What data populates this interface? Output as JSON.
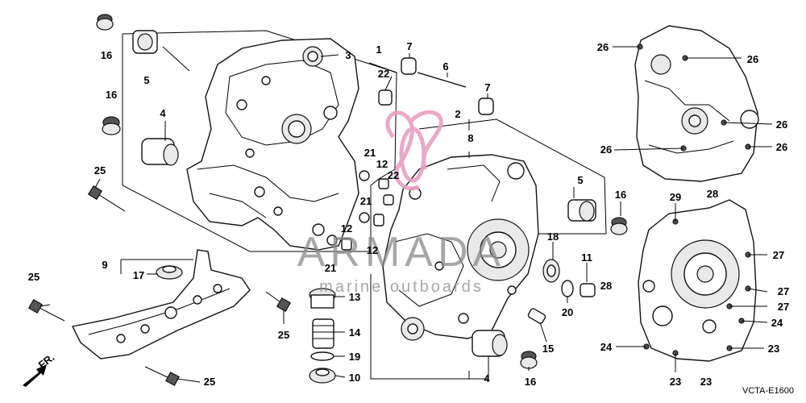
{
  "diagram": {
    "callouts": [
      "16",
      "5",
      "4",
      "16",
      "25",
      "9",
      "17",
      "25",
      "25",
      "25",
      "3",
      "1",
      "22",
      "7",
      "6",
      "7",
      "2",
      "8",
      "21",
      "12",
      "22",
      "21",
      "12",
      "12",
      "21",
      "13",
      "14",
      "19",
      "10",
      "5",
      "16",
      "18",
      "11",
      "20",
      "15",
      "16",
      "4",
      "26",
      "26",
      "26",
      "26",
      "26",
      "29",
      "28",
      "27",
      "28",
      "27",
      "27",
      "24",
      "24",
      "23",
      "23",
      "23"
    ],
    "watermark": {
      "brand": "ARMADA",
      "tagline": "marine outboards"
    },
    "fr_label": "FR.",
    "code": "VCTA-E1600"
  },
  "colors": {
    "line": "#000000",
    "watermark_text": "#8a8a8a",
    "watermark_logo": "#e8a0c0"
  }
}
